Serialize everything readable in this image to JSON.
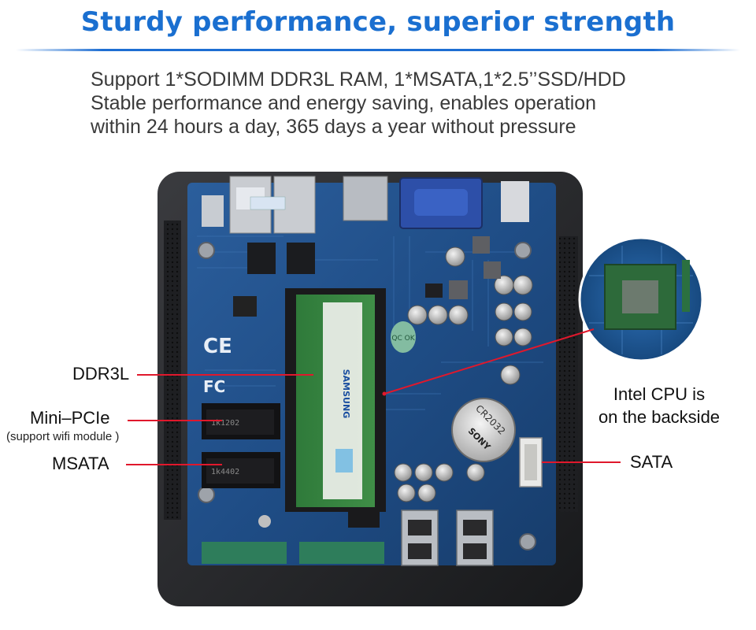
{
  "header": {
    "title": "Sturdy performance, superior strength"
  },
  "description": {
    "lines": [
      "Support 1*SODIMM DDR3L RAM, 1*MSATA,1*2.5’’SSD/HDD",
      "Stable performance and energy saving, enables operation",
      "within 24 hours a day, 365 days a year without pressure"
    ]
  },
  "callouts": {
    "ddr3l": "DDR3L",
    "minipcie": "Mini–PCIe",
    "minipcie_note": "(support wifi module )",
    "msata": "MSATA",
    "cpu_line1": "Intel CPU is",
    "cpu_line2": "on the backside",
    "sata": "SATA"
  },
  "board_markings": {
    "ram_brand": "SAMSUNG",
    "battery": "CR2032",
    "battery_brand": "SONY",
    "ce_mark": "CE",
    "fc_mark": "FC",
    "qc_sticker": "QC OK",
    "slot_text_1": "1k1202",
    "slot_text_2": "1k4402"
  },
  "colors": {
    "title_blue": "#1a6fd0",
    "callout_red": "#e0182c",
    "chassis": "#2a2b2e",
    "pcb_blue": "#1f4d86"
  }
}
